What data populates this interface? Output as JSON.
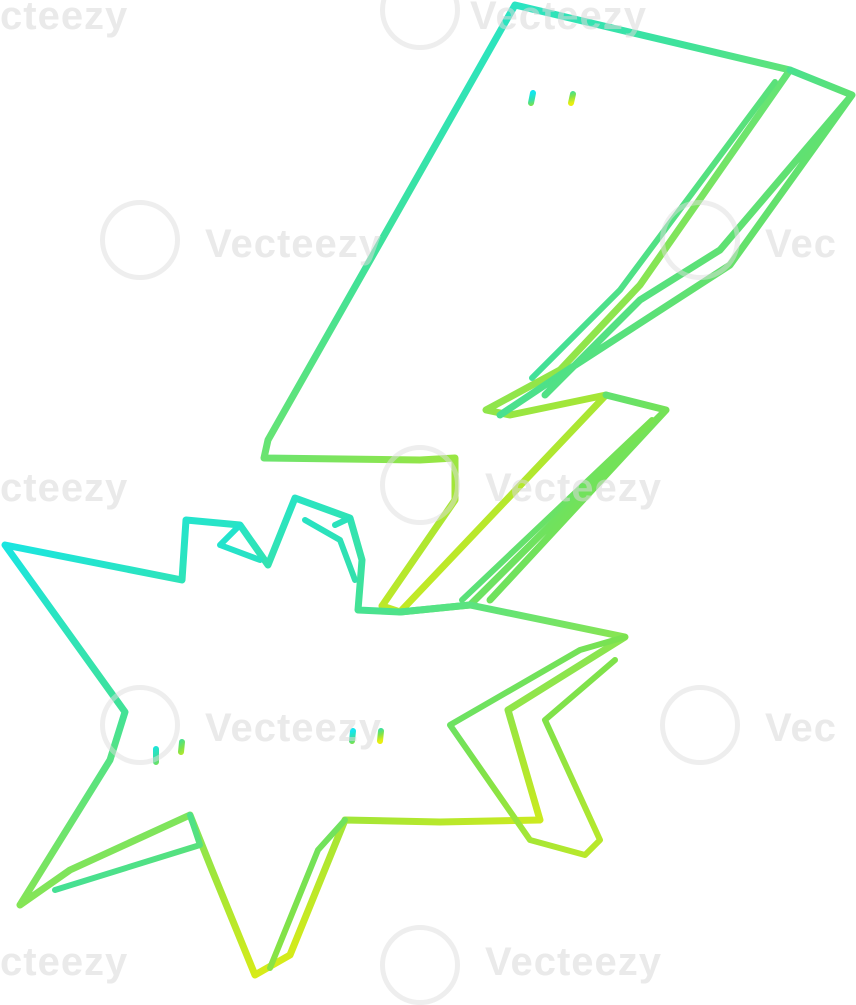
{
  "image": {
    "subject": "cartoon lightning bolt striking with a starburst explosion",
    "style": "line drawing with gradient stroke",
    "stroke_gradient": [
      "#12e6f0",
      "#35e0a8",
      "#7fe24a",
      "#e9ee10"
    ],
    "background": "#ffffff"
  },
  "watermark": {
    "text": "Vecteezy",
    "partials": [
      "cteezy",
      "Vec",
      "Vecteezy"
    ],
    "color": "#d9d9d9"
  }
}
